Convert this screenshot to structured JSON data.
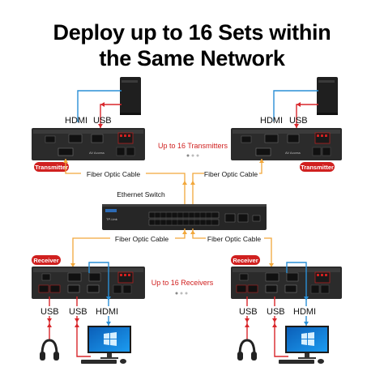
{
  "title": {
    "line1": "Deploy up to 16 Sets within",
    "line2": "the Same Network"
  },
  "colors": {
    "hdmi": "#2a8fd6",
    "usb": "#d8262b",
    "fiber": "#f2a73b",
    "accent_red": "#d0201f",
    "device_body": "#2b2b2b"
  },
  "labels": {
    "tx_left_hdmi": "HDMI",
    "tx_left_usb": "USB",
    "tx_right_hdmi": "HDMI",
    "tx_right_usb": "USB",
    "transmitter_left": "Transmitter",
    "transmitter_right": "Transmitter",
    "up_to_transmitters": "Up to 16 Transmitters",
    "fiber_tx_left": "Fiber Optic Cable",
    "fiber_tx_right": "Fiber Optic Cable",
    "ethernet_switch": "Ethernet Switch",
    "fiber_rx_left": "Fiber Optic Cable",
    "fiber_rx_right": "Fiber Optic Cable",
    "receiver_left": "Receiver",
    "receiver_right": "Receiver",
    "up_to_receivers": "Up to 16 Receivers",
    "rx_left_usb1": "USB",
    "rx_left_usb2": "USB",
    "rx_left_hdmi": "HDMI",
    "rx_right_usb1": "USB",
    "rx_right_usb2": "USB",
    "rx_right_hdmi": "HDMI",
    "device_brand": "AV Access",
    "switch_brand": "TP-Link"
  },
  "icons": {
    "pc": "desktop-tower-icon",
    "headphones": "headphones-icon",
    "monitor": "windows-monitor-icon",
    "keyboard": "keyboard-icon",
    "mouse": "mouse-icon"
  }
}
